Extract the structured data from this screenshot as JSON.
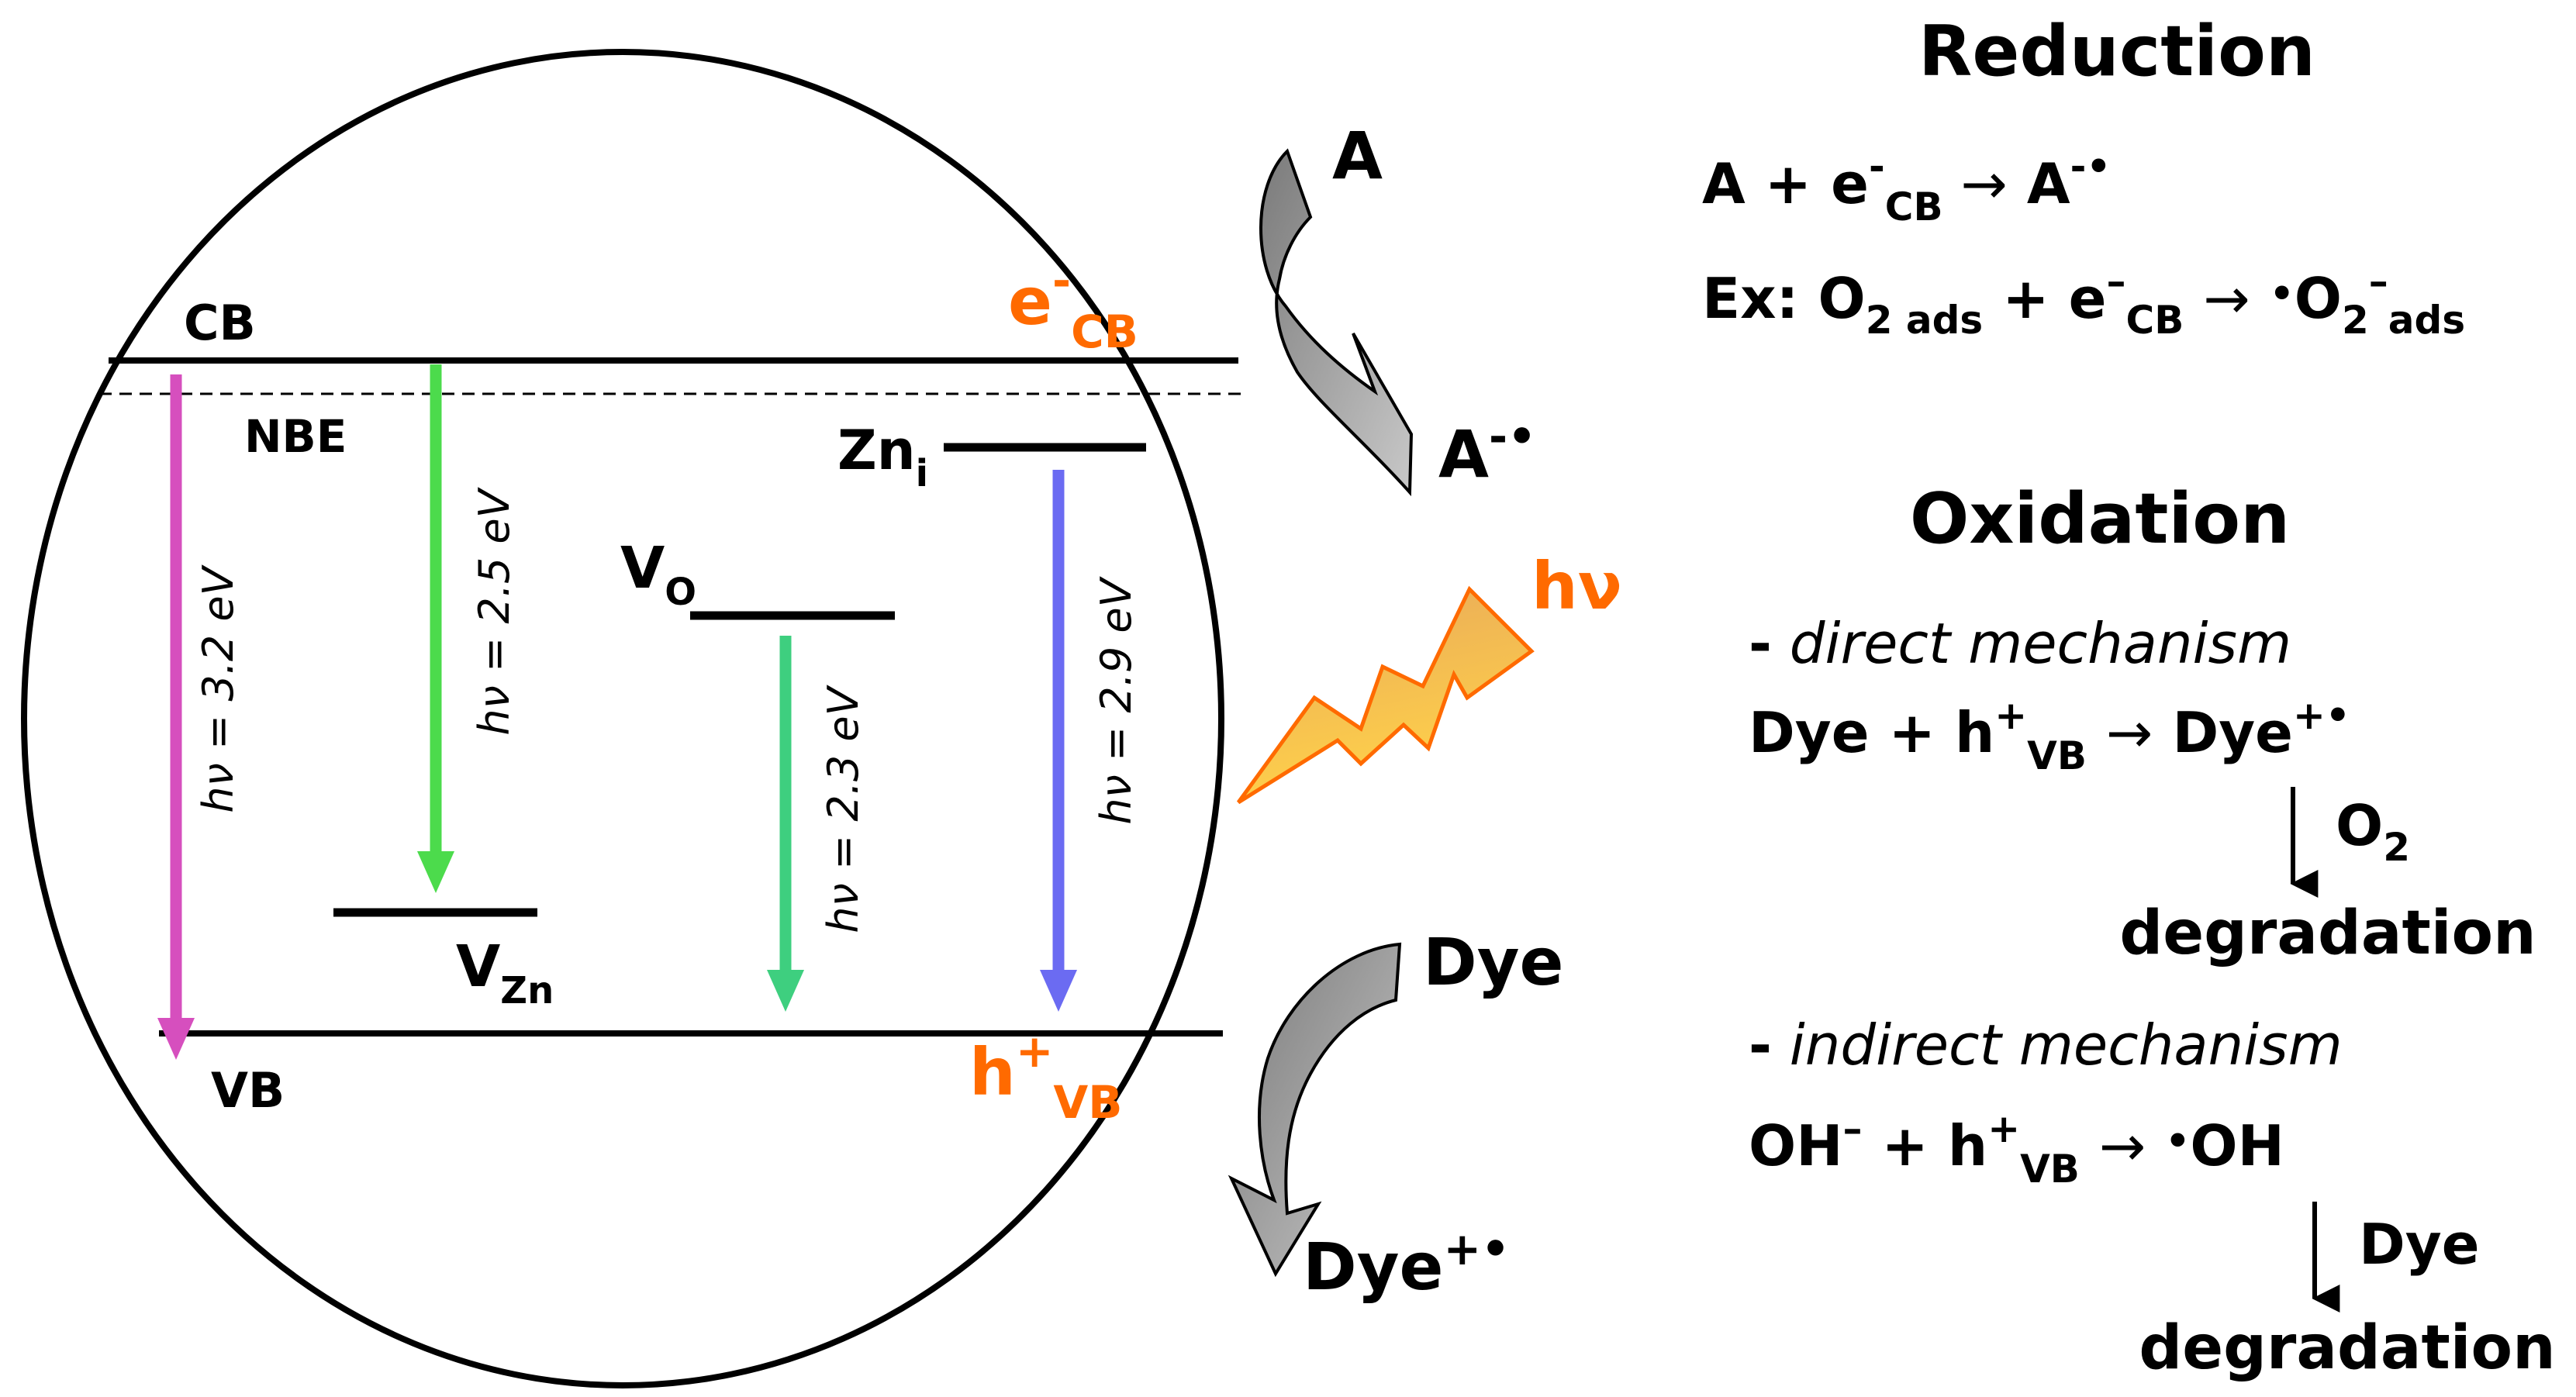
{
  "diagram": {
    "levels": {
      "cb_label": "CB",
      "vb_label": "VB",
      "nbe_label": "NBE",
      "e_cb": {
        "main": "e",
        "sup": "-",
        "sub": "CB"
      },
      "h_vb": {
        "main": "h",
        "sup": "+",
        "sub": "VB"
      },
      "zn_i": {
        "main": "Zn",
        "sub": "i"
      },
      "v_o": {
        "main": "V",
        "sub": "O"
      },
      "v_zn": {
        "main": "V",
        "sub": "Zn"
      }
    },
    "transitions": [
      {
        "label": "hν = 3.2 eV",
        "color": "#d64fbe"
      },
      {
        "label": "hν = 2.5 eV",
        "color": "#4cdb4c"
      },
      {
        "label": "hν = 2.3 eV",
        "color": "#3ecf7f"
      },
      {
        "label": "hν = 2.9 eV",
        "color": "#6b6bf2"
      }
    ],
    "outside": {
      "acceptor": "A",
      "acceptor_radical": {
        "main": "A",
        "sup": "-•"
      },
      "hv": "hν",
      "dye": "Dye",
      "dye_radical": {
        "main": "Dye",
        "sup": "+•"
      }
    },
    "colors": {
      "accent_orange": "#ff6a00",
      "bolt_fill_top": "#e8a85a",
      "bolt_fill_bottom": "#ffd24a",
      "curved_arrow": "#909090"
    }
  },
  "reactions": {
    "reduction": {
      "title": "Reduction",
      "eq1": {
        "a": "A + e",
        "sup": "-",
        "sub": "CB",
        "arrow": "→",
        "b": "A",
        "b_sup": "-•"
      },
      "eq2": {
        "prefix": "Ex: O",
        "sub1": "2 ads",
        "plus": " + e",
        "sup": "–",
        "sub2": "CB",
        "arrow": "→",
        "dot": "•",
        "o": "O",
        "sub3": "2",
        "sup3": "–",
        "sub4": "ads"
      }
    },
    "oxidation": {
      "title": "Oxidation",
      "direct": {
        "dash": "-",
        "label": "direct mechanism"
      },
      "direct_eq": {
        "a": "Dye + h",
        "sup": "+",
        "sub": "VB",
        "arrow": "→",
        "b": "Dye",
        "b_sup": "+•"
      },
      "direct_reagent": {
        "main": "O",
        "sub": "2"
      },
      "direct_result": "degradation",
      "indirect": {
        "dash": "-",
        "label": "indirect mechanism"
      },
      "indirect_eq": {
        "a": "OH",
        "a_sup": "–",
        "plus": " + h",
        "sup": "+",
        "sub": "VB",
        "arrow": "→",
        "dot": "•",
        "b": "OH"
      },
      "indirect_reagent": "Dye",
      "indirect_result": "degradation"
    }
  }
}
